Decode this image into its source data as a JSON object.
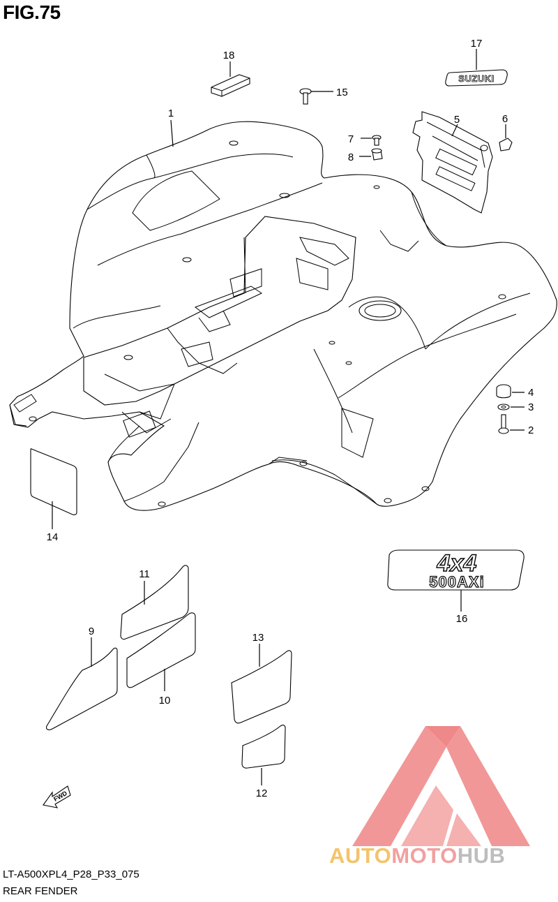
{
  "figure": {
    "title": "FIG.75",
    "drawing_code": "LT-A500XPL4_P28_P33_075",
    "section_name": "REAR FENDER"
  },
  "decals": {
    "brand_emblem": "SUZUKI",
    "model_emblem_top": "4x4",
    "model_emblem_bottom": "500AXi",
    "forward_arrow": "FWD"
  },
  "callouts": [
    "1",
    "2",
    "3",
    "4",
    "5",
    "6",
    "7",
    "8",
    "9",
    "10",
    "11",
    "12",
    "13",
    "14",
    "15",
    "16",
    "17",
    "18"
  ],
  "watermark": {
    "part1": "AUTO",
    "part2": "MOTO",
    "part3": "HUB",
    "colors": {
      "part1": "#f3c46b",
      "part2": "#f2a0a0",
      "part3": "#bdbdbd",
      "logo": "#f08c8c"
    }
  }
}
